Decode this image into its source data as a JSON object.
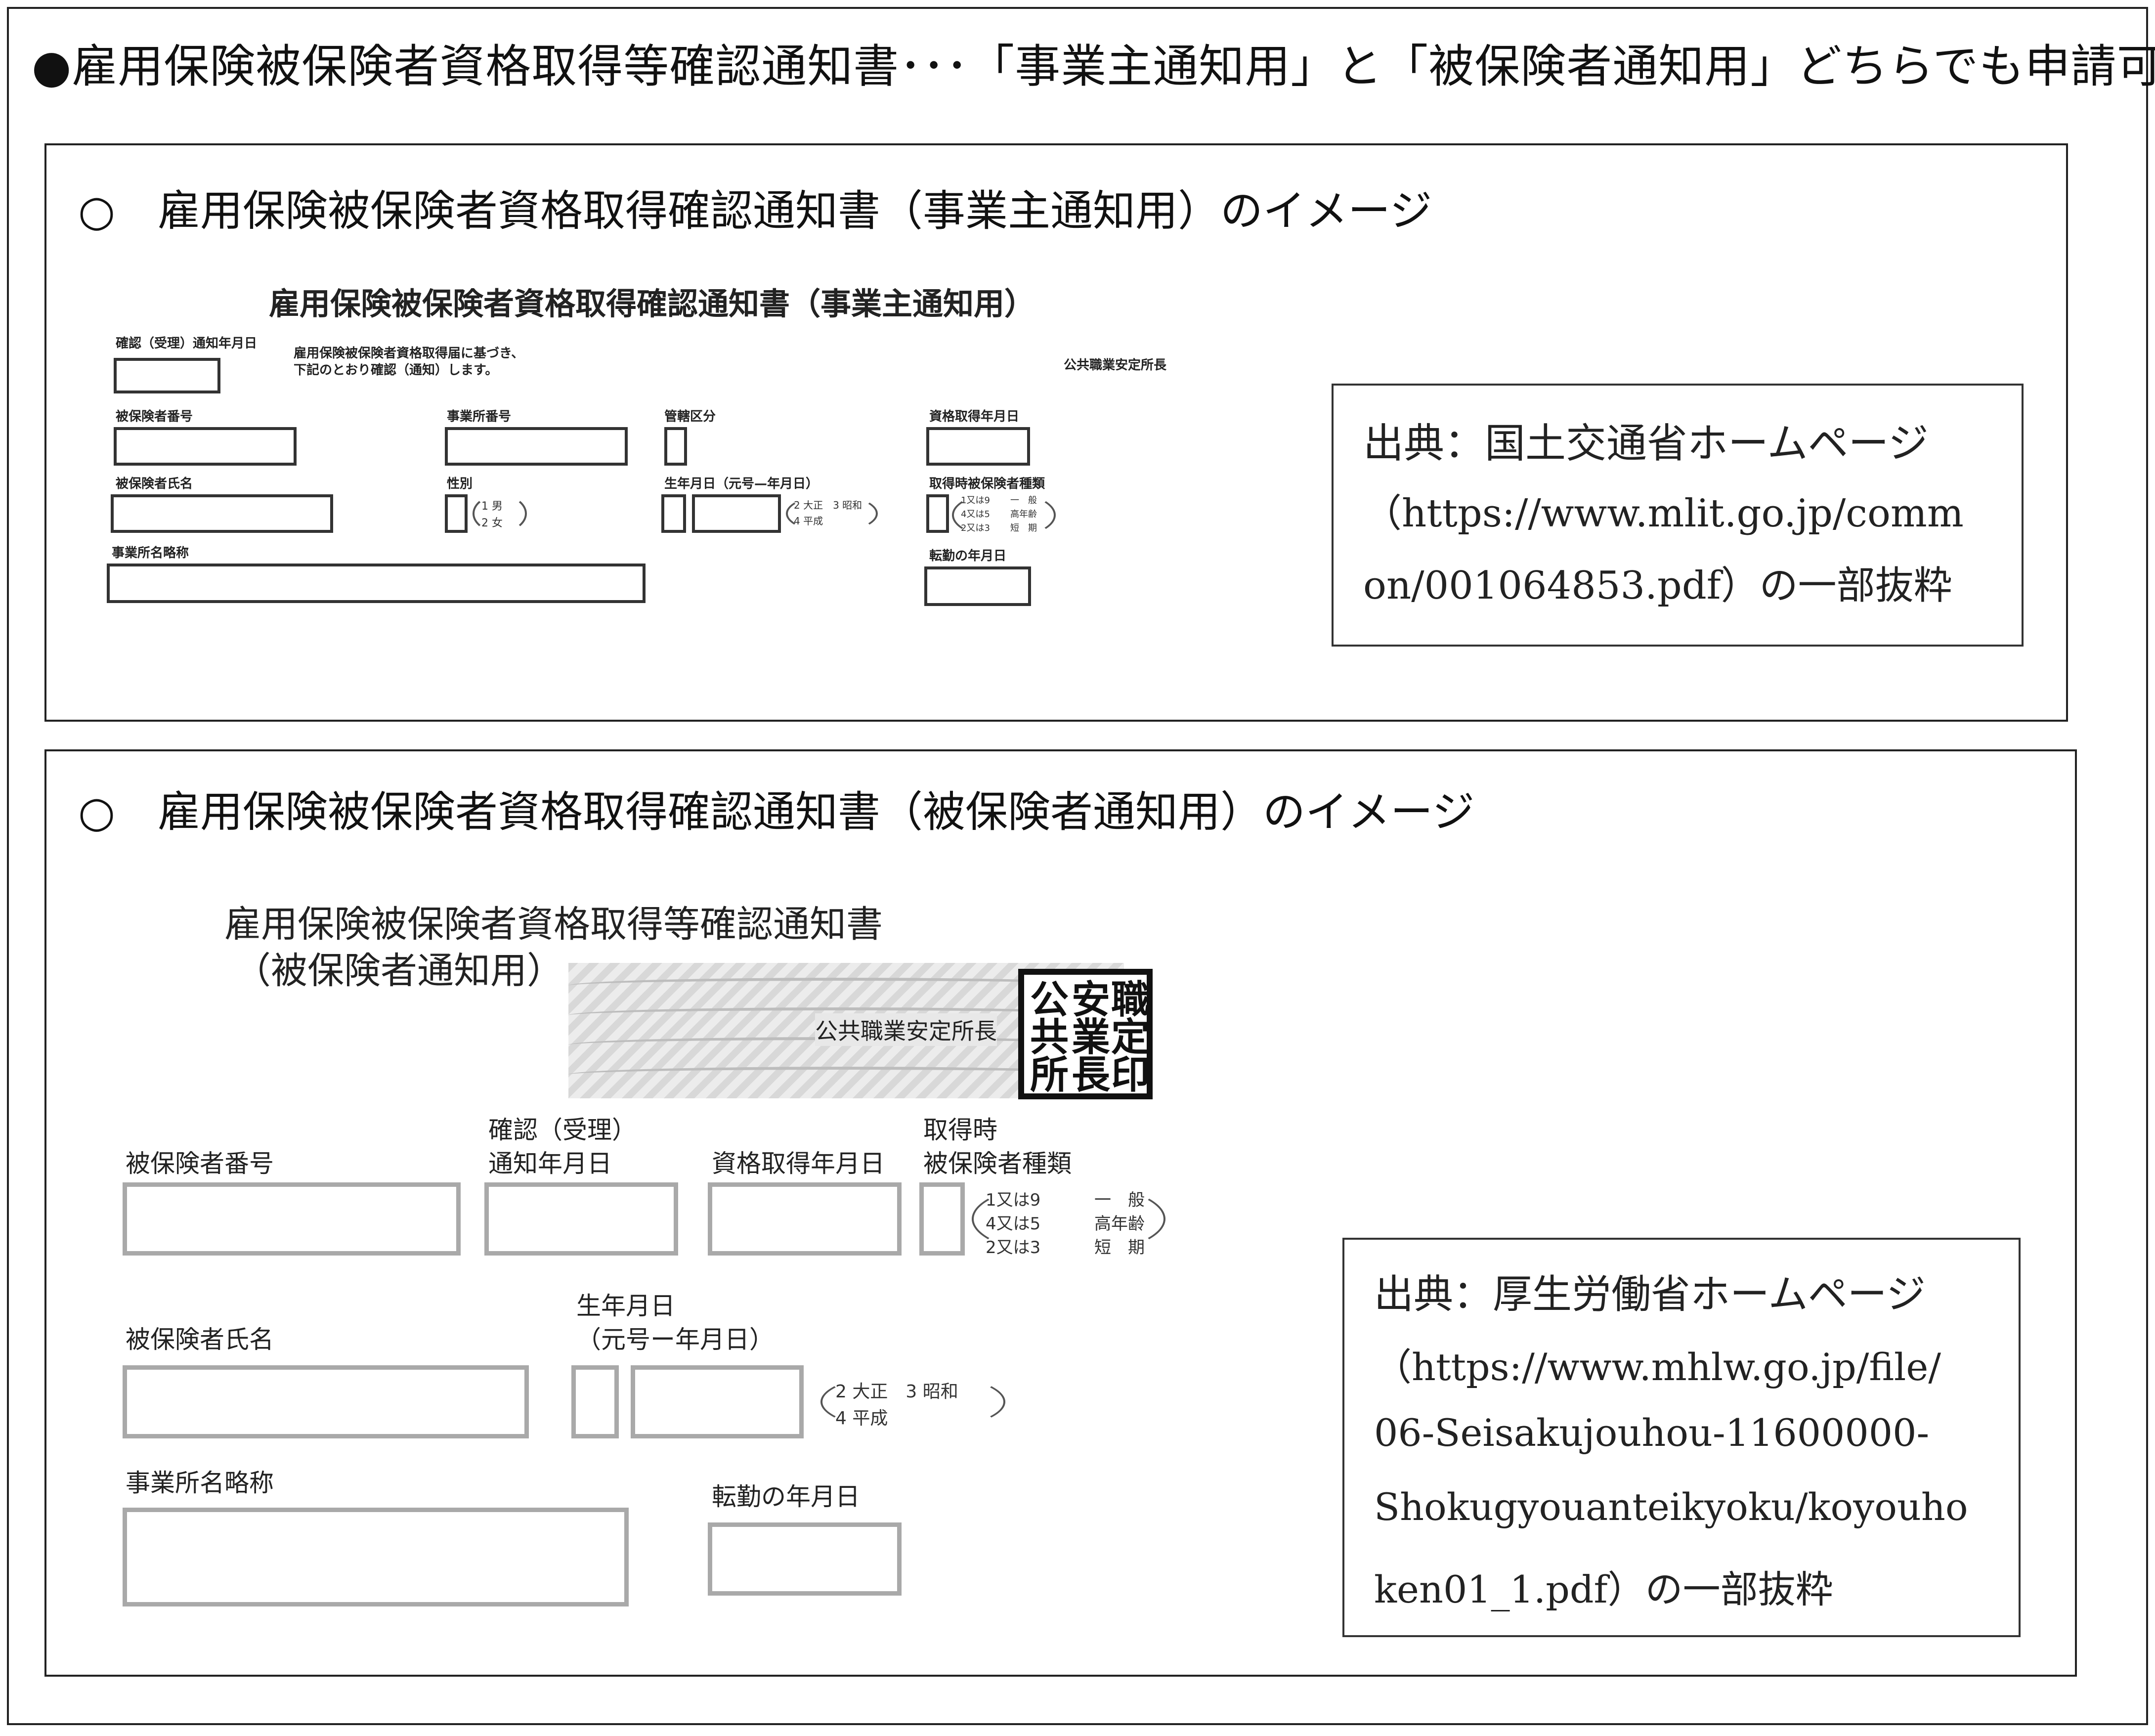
{
  "headline": "●雇用保険被保険者資格取得等確認通知書･･･「事業主通知用」と「被保険者通知用」どちらでも申請可",
  "panel1": {
    "heading": "○　雇用保険被保険者資格取得確認通知書（事業主通知用）のイメージ",
    "form": {
      "title": "雇用保険被保険者資格取得確認通知書（事業主通知用）",
      "confirm_date_label": "確認（受理）通知年月日",
      "notice_line1": "雇用保険被保険者資格取得届に基づき、",
      "notice_line2": "下記のとおり確認（通知）します。",
      "office_chief": "公共職業安定所長",
      "insured_number_label": "被保険者番号",
      "office_number_label": "事業所番号",
      "jurisdiction_label": "管轄区分",
      "acquisition_date_label": "資格取得年月日",
      "insured_name_label": "被保険者氏名",
      "gender_label": "性別",
      "gender_options": [
        "1 男",
        "2 女"
      ],
      "birth_label": "生年月日（元号—年月日）",
      "era_options": [
        "2 大正　3 昭和",
        "4 平成"
      ],
      "insured_type_label": "取得時被保険者種類",
      "type_options": [
        [
          "1又は9",
          "一　般"
        ],
        [
          "4又は5",
          "高年齢"
        ],
        [
          "2又は3",
          "短　期"
        ]
      ],
      "office_abbr_label": "事業所名略称",
      "transfer_date_label": "転勤の年月日"
    },
    "citation": {
      "line1": "出典：国土交通省ホームページ",
      "line2": "（https://www.mlit.go.jp/comm",
      "line3": "on/001064853.pdf）の一部抜粋"
    }
  },
  "panel2": {
    "heading": "○　雇用保険被保険者資格取得確認通知書（被保険者通知用）のイメージ",
    "form": {
      "title_line1": "雇用保険被保険者資格取得等確認通知書",
      "title_line2": "（被保険者通知用）",
      "office_chief": "公共職業安定所長",
      "seal_chars": [
        "職",
        "安",
        "業",
        "所",
        "定",
        "長",
        "公",
        "共",
        "印"
      ],
      "insured_number_label": "被保険者番号",
      "confirm_label_line1": "確認（受理）",
      "confirm_label_line2": "通知年月日",
      "acquisition_date_label": "資格取得年月日",
      "insured_type_line1": "取得時",
      "insured_type_line2": "被保険者種類",
      "type_options": [
        [
          "1又は9",
          "一　般"
        ],
        [
          "4又は5",
          "高年齢"
        ],
        [
          "2又は3",
          "短　期"
        ]
      ],
      "insured_name_label": "被保険者氏名",
      "birth_label_line1": "生年月日",
      "birth_label_line2": "（元号ー年月日）",
      "era_options": [
        "2 大正　3 昭和",
        "4 平成"
      ],
      "office_abbr_label": "事業所名略称",
      "transfer_date_label": "転勤の年月日"
    },
    "citation": {
      "line1": "出典：厚生労働省ホームページ",
      "line2": "（https://www.mhlw.go.jp/file/",
      "line3": "06-Seisakujouhou-11600000-",
      "line4": "Shokugyouanteikyoku/koyouho",
      "line5": "ken01_1.pdf）の一部抜粋"
    }
  }
}
